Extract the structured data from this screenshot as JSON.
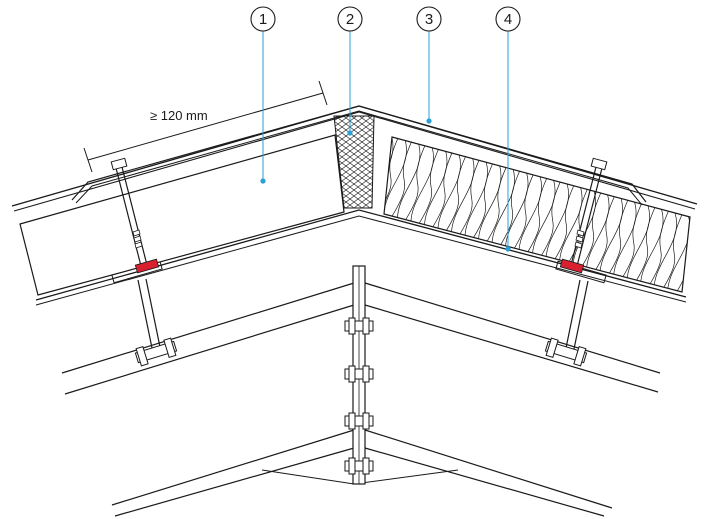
{
  "diagram": {
    "callouts": [
      {
        "number": "1"
      },
      {
        "number": "2"
      },
      {
        "number": "3"
      },
      {
        "number": "4"
      }
    ],
    "dimension": {
      "label": "≥ 120 mm"
    }
  },
  "colors": {
    "line": "#1a1a1a",
    "leader": "#2aa0d8",
    "gasket": "#d9202e"
  }
}
